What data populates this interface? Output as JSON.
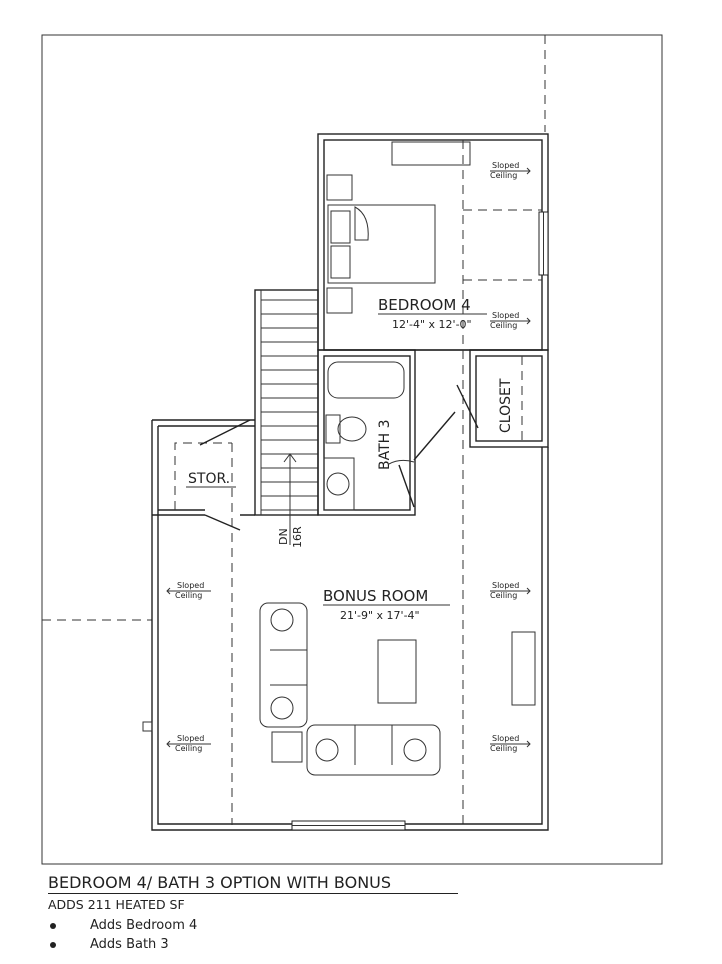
{
  "plan": {
    "rooms": {
      "bedroom": {
        "name": "BEDROOM 4",
        "dims": "12'-4\" x 12'-0\""
      },
      "bonus": {
        "name": "BONUS ROOM",
        "dims": "21'-9\" x 17'-4\""
      },
      "bath": {
        "name": "BATH 3"
      },
      "closet": {
        "name": "CLOSET"
      },
      "storage": {
        "name": "STOR."
      }
    },
    "stairs": {
      "direction": "DN",
      "risers": "16R"
    },
    "sloped": {
      "line1": "Sloped",
      "line2": "Ceiling"
    }
  },
  "caption": {
    "title": "BEDROOM 4/ BATH 3 OPTION WITH BONUS",
    "subtitle": "ADDS 211 HEATED SF",
    "bullets": [
      "Adds Bedroom 4",
      "Adds Bath 3"
    ]
  }
}
